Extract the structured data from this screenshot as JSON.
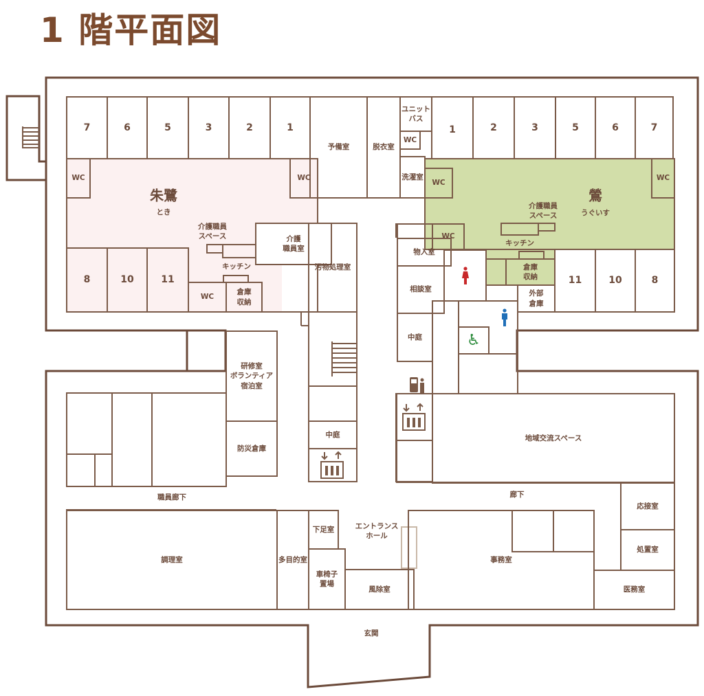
{
  "title": "1 階平面図",
  "colors": {
    "wall": "#7a5a48",
    "toki_area": "#fcf1f1",
    "uguisu_area": "#d2dea9",
    "title": "#7b4a2e"
  },
  "units": {
    "toki": {
      "name": "朱鷺",
      "reading": "とき",
      "ward_rooms": [
        "7",
        "6",
        "5",
        "3",
        "2",
        "1",
        "8",
        "10",
        "11"
      ],
      "wc": "WC",
      "staff_space": "介護職員\nスペース",
      "kitchen": "キッチン",
      "storage": "倉庫\n収納"
    },
    "uguisu": {
      "name": "鶯",
      "reading": "うぐいす",
      "ward_rooms": [
        "1",
        "2",
        "3",
        "5",
        "6",
        "7",
        "11",
        "10",
        "8"
      ],
      "wc": "WC",
      "staff_space": "介護職員\nスペース",
      "kitchen": "キッチン",
      "storage": "倉庫\n収納"
    }
  },
  "rooms": {
    "spare": "予備室",
    "changing": "脱衣室",
    "unit_bath": "ユニット\nバス",
    "wc": "WC",
    "laundry": "洗濯室",
    "care_staff_room": "介護\n職員室",
    "soiled_utility": "汚物処理室",
    "storage_room": "物入室",
    "consultation": "相談室",
    "courtyard": "中庭",
    "external_storage": "外部\n倉庫",
    "training": "研修室\nボランティア\n宿泊室",
    "disaster_storage": "防災倉庫",
    "staff_corridor": "職員廊下",
    "kitchen_main": "調理室",
    "multipurpose": "多目的室",
    "shoe_room": "下足室",
    "wheelchair_storage": "車椅子\n置場",
    "windbreak": "風除室",
    "entrance_hall": "エントランス\nホール",
    "office": "事務室",
    "community_space": "地域交流スペース",
    "corridor": "廊下",
    "reception": "応接室",
    "treatment": "処置室",
    "medical": "医務室",
    "entrance": "玄関"
  }
}
